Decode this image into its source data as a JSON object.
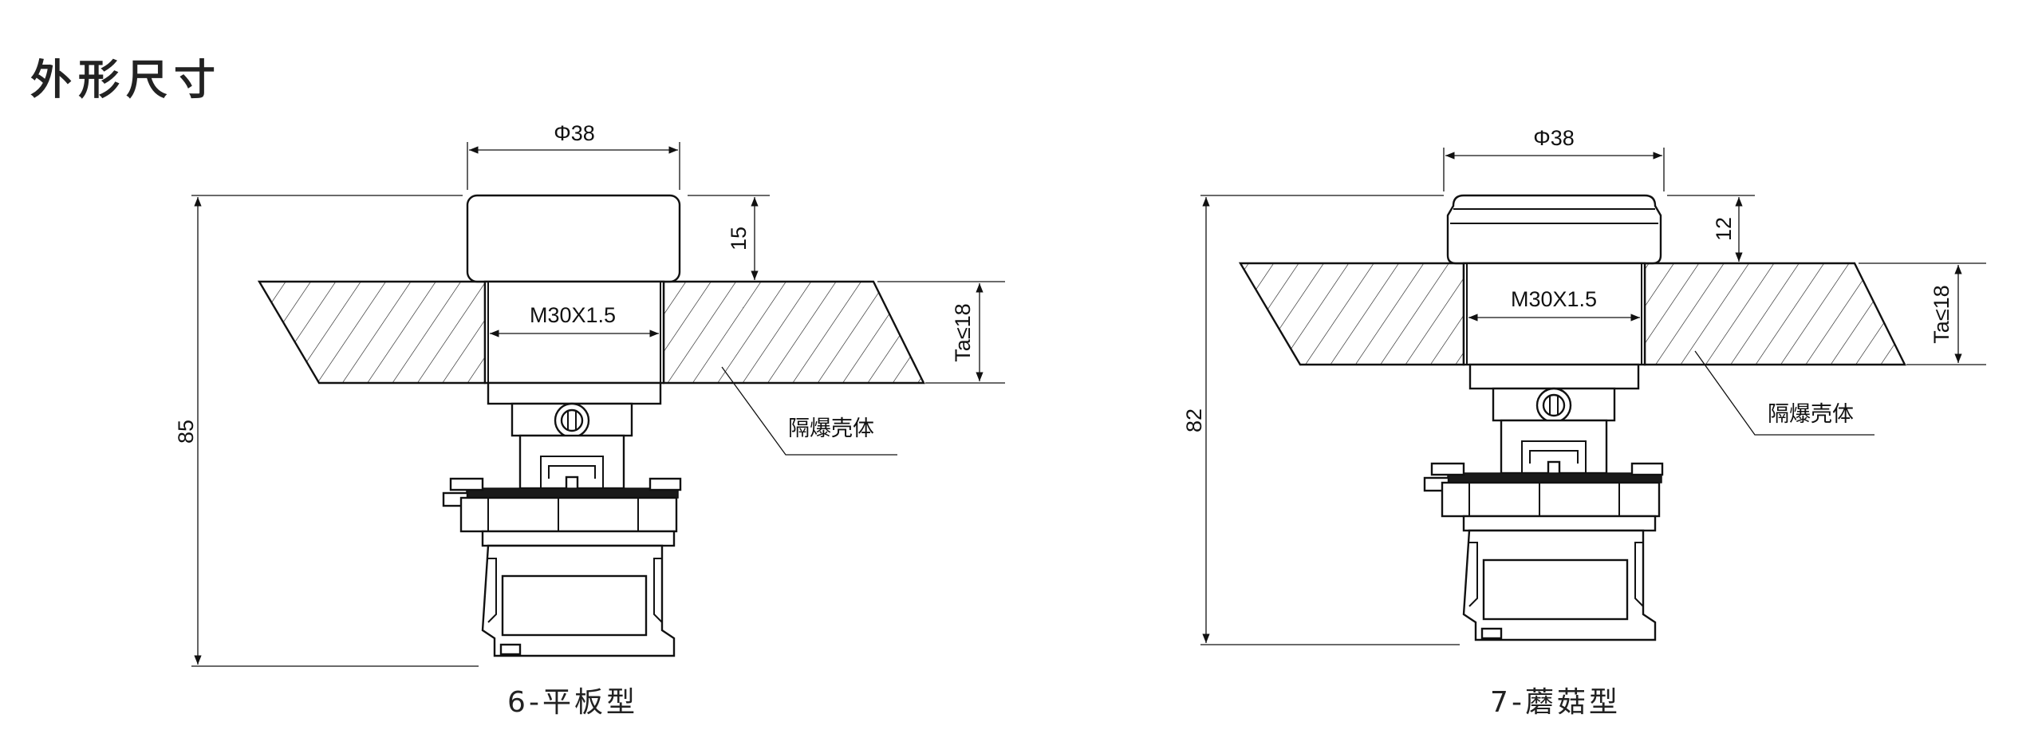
{
  "page_title": "外形尺寸",
  "drawings": [
    {
      "id": "flat",
      "caption": "6-平板型",
      "diameter_label": "Φ38",
      "height_label": "15",
      "thread_label": "M30X1.5",
      "thickness_label": "Ta≤18",
      "total_length_label": "85",
      "callout_label": "隔爆壳体"
    },
    {
      "id": "mushroom",
      "caption": "7-蘑菇型",
      "diameter_label": "Φ38",
      "height_label": "12",
      "thread_label": "M30X1.5",
      "thickness_label": "Ta≤18",
      "total_length_label": "82",
      "callout_label": "隔爆壳体"
    }
  ]
}
